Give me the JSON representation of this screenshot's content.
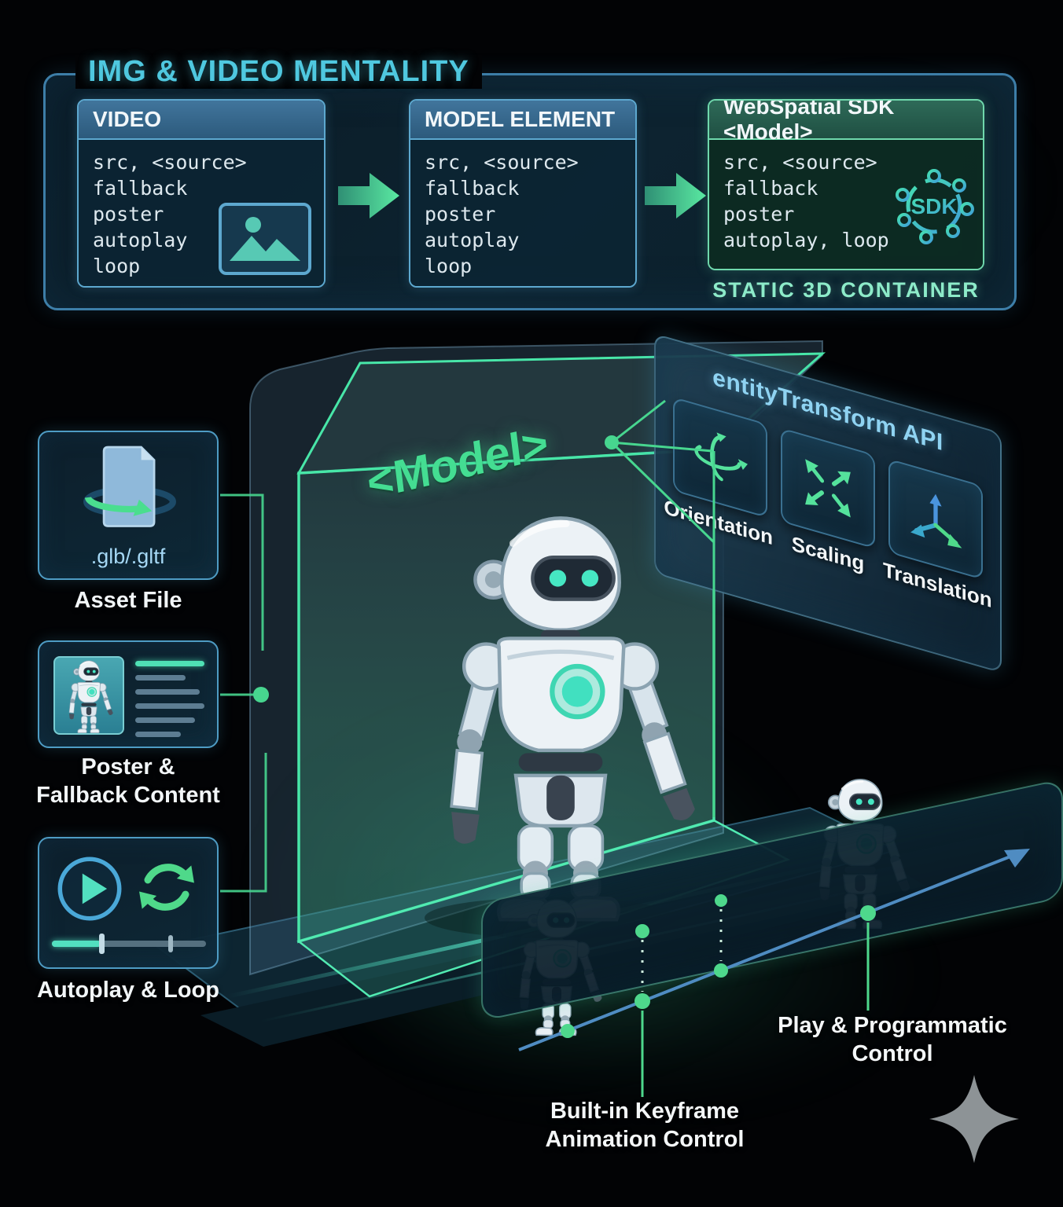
{
  "header": {
    "title": "IMG & VIDEO MENTALITY"
  },
  "pipeline": {
    "video": {
      "title": "VIDEO",
      "props": [
        "src, <source>",
        "fallback",
        "poster",
        "autoplay",
        "loop"
      ],
      "icon": "image-icon"
    },
    "model_element": {
      "title": "MODEL ELEMENT",
      "props": [
        "src, <source>",
        "fallback",
        "poster",
        "autoplay",
        "loop"
      ]
    },
    "sdk": {
      "title": "WebSpatial SDK <Model>",
      "props": [
        "src, <source>",
        "fallback",
        "poster",
        "autoplay, loop"
      ],
      "badge": "SDK",
      "icon": "sdk-ring-icon",
      "caption": "STATIC 3D CONTAINER"
    },
    "arrow_icon": "right-arrow-icon"
  },
  "scene": {
    "model_tag": "<Model>",
    "container_icon": "glass-3d-box",
    "robot_icon": "robot-figure"
  },
  "api_panel": {
    "title": "entityTransform API",
    "tiles": [
      {
        "label": "Orientation",
        "icon": "rotation-icon"
      },
      {
        "label": "Scaling",
        "icon": "scale-arrows-icon"
      },
      {
        "label": "Translation",
        "icon": "axes-icon"
      }
    ]
  },
  "cards": {
    "asset": {
      "value": ".glb/.gltf",
      "label": "Asset File",
      "icon": "3d-file-icon"
    },
    "poster": {
      "label_lines": [
        "Poster &",
        "Fallback Content"
      ],
      "icon": "robot-poster-icon"
    },
    "autoplay": {
      "label": "Autoplay & Loop",
      "icons": [
        "play-icon",
        "loop-icon",
        "seek-bar"
      ]
    }
  },
  "timeline": {
    "keyframe_label_lines": [
      "Built-in Keyframe",
      "Animation Control"
    ],
    "play_label_lines": [
      "Play & Programmatic",
      "Control"
    ],
    "arrow_icon": "timeline-arrow-icon",
    "keyframe_dot_icon": "keyframe-dot"
  },
  "decor": {
    "sparkle_icon": "sparkle-icon"
  },
  "colors": {
    "accent_green": "#45e3a6",
    "accent_cyan": "#4fc8df",
    "box_blue": "#5da8cf",
    "sdk_green": "#6fd8ac",
    "dot_green": "#4ed88c",
    "timeline_blue": "#4f8cc2",
    "text": "#f2f6f8",
    "caption_green": "#8debc9"
  }
}
